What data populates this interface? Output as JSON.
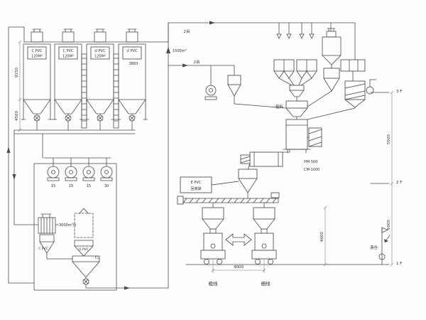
{
  "silos": [
    {
      "material": "C PVC",
      "volume": "120M³"
    },
    {
      "material": "C PVC",
      "volume": "120M³"
    },
    {
      "material": "U PVC",
      "volume": "120M³"
    },
    {
      "material": "U PVC",
      "volume": ""
    }
  ],
  "dims": {
    "left_upper": "9150",
    "left_lower": "4500",
    "silo_top": "3883",
    "right_upper": "5500",
    "right_lower": "6000",
    "packing_span": "4000",
    "packing_height": "4000"
  },
  "labels": {
    "units_top": "2台",
    "units_mid": "2台",
    "flow_silo": "1500m³",
    "flow_dust": "3000m³/h",
    "hot_mixer": "HM-500",
    "cool_mixer": "CM-1000",
    "recycle_1": "E PVC",
    "recycle_2": "回收袋",
    "feed": "投料",
    "hopper_c": "C PVC",
    "hopper_u": "U PVC",
    "floor_level": "F.L.",
    "clean": "清仓",
    "line_left": "粗线",
    "line_right": "细线"
  },
  "pumps": [
    "15",
    "15",
    "15",
    "30"
  ],
  "floors": [
    "3 F",
    "2 F",
    "1 F"
  ]
}
